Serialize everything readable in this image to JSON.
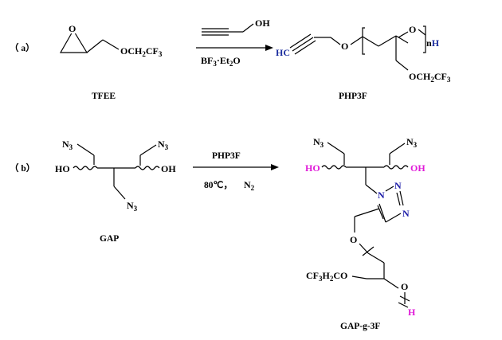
{
  "part_a": {
    "label": "（ a）",
    "reactant_substituent": "OCH2CF3",
    "reactant_name": "TFEE",
    "reagent_above": "OH",
    "catalyst": "BF3·Et2O",
    "product_end_hc": "HC",
    "product_o1": "O",
    "product_o2": "O",
    "product_repeat": "nH",
    "product_side_chain": "OCH2CF3",
    "product_name": "PHP3F"
  },
  "part_b": {
    "label": "（ b）",
    "gap_azide_1": "N3",
    "gap_azide_2": "N3",
    "gap_azide_3": "N3",
    "gap_ho": "HO",
    "gap_oh": "OH",
    "gap_name": "GAP",
    "arrow_above": "PHP3F",
    "arrow_below_temp": "80℃，",
    "arrow_below_gas": "N2",
    "prod_azide_1": "N3",
    "prod_azide_2": "N3",
    "prod_ho": "HO",
    "prod_oh": "OH",
    "triazole_n1": "N",
    "triazole_n2": "N",
    "triazole_n3": "N",
    "linker_o": "O",
    "side_chain": "CF3H2CO",
    "chain_o": "O",
    "end_h": "H",
    "prod_name": "GAP-g-3F"
  },
  "colors": {
    "blue": "#1d2f9f",
    "magenta": "#e01ad8",
    "nitrogen": "#1a1aa8"
  }
}
